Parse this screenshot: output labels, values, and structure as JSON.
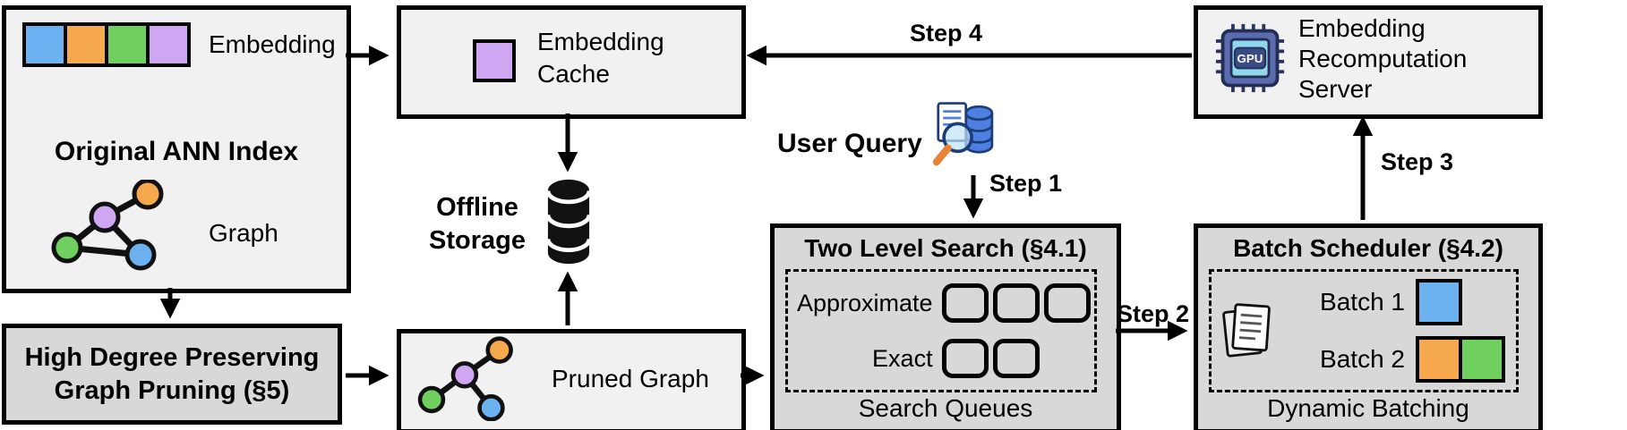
{
  "colors": {
    "blue": "#6CB2F0",
    "orange": "#F6A84C",
    "green": "#6FD05F",
    "purple": "#CFA6F2",
    "light_box": "#F1F1F1",
    "dark_box": "#D8D8D8"
  },
  "ann_index": {
    "embedding_label": "Embedding",
    "title": "Original ANN Index",
    "graph_label": "Graph"
  },
  "embedding_cache": {
    "label": "Embedding Cache"
  },
  "offline_storage": {
    "label": "Offline Storage"
  },
  "user_query": {
    "label": "User Query"
  },
  "steps": {
    "step1": "Step 1",
    "step2": "Step 2",
    "step3": "Step 3",
    "step4": "Step 4"
  },
  "two_level_search": {
    "title": "Two Level Search (§4.1)",
    "approximate_label": "Approximate",
    "approximate_slots": 3,
    "exact_label": "Exact",
    "exact_slots": 2,
    "footer": "Search Queues"
  },
  "batch_scheduler": {
    "title": "Batch Scheduler (§4.2)",
    "batch1_label": "Batch 1",
    "batch2_label": "Batch 2",
    "footer": "Dynamic Batching"
  },
  "recompute_server": {
    "label": "Embedding Recomputation Server",
    "gpu_label": "GPU"
  },
  "graph_pruning": {
    "title": "High Degree Preserving Graph Pruning (§5)"
  },
  "pruned_graph": {
    "label": "Pruned Graph"
  }
}
